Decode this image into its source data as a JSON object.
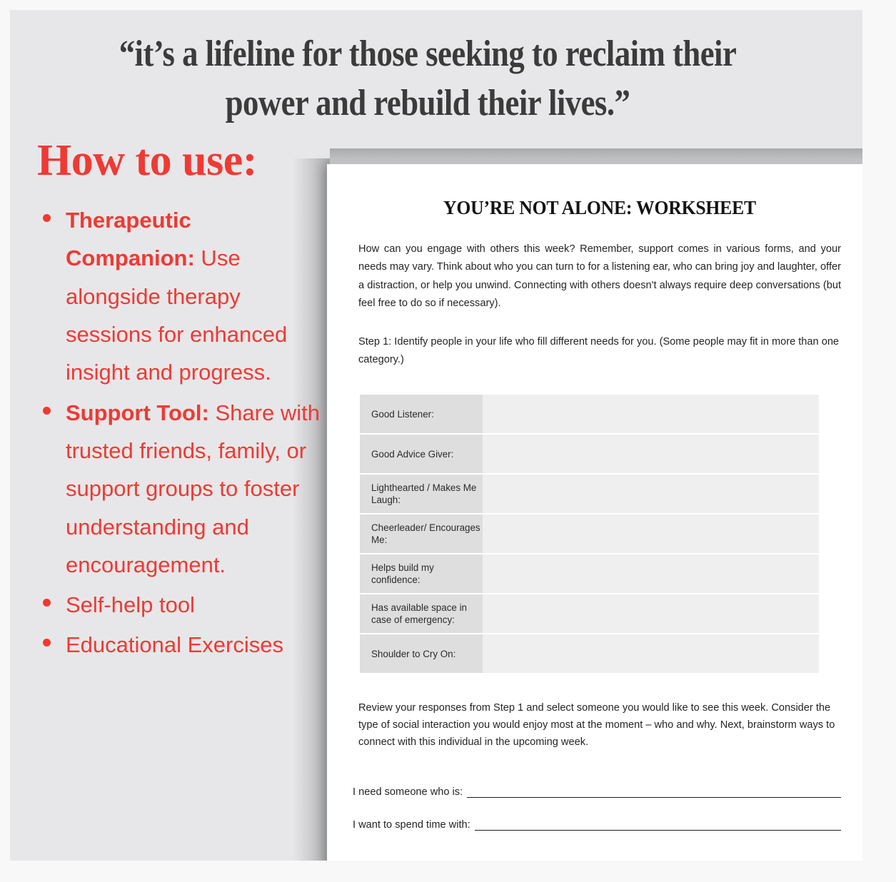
{
  "theme": {
    "accent_red": "#ee3a33",
    "headline_gray": "#3b3b3b",
    "card_background": "#e7e7e9",
    "page_background": "#f8f8f9",
    "table_label_fill": "#dededf",
    "table_blank_fill": "#efeff0"
  },
  "promo": {
    "quote": "“it’s a lifeline for those seeking to reclaim their power and rebuild their lives.”",
    "how_to_use_title": "How to use:",
    "bullets": [
      {
        "lead": "Therapeutic Companion:",
        "rest": " Use alongside therapy sessions for enhanced insight and progress."
      },
      {
        "lead": " Support Tool:",
        "rest": " Share with trusted friends, family, or support groups to foster understanding and encouragement."
      },
      {
        "lead": "",
        "rest": "Self-help tool"
      },
      {
        "lead": "",
        "rest": "Educational Exercises"
      }
    ]
  },
  "worksheet": {
    "title": "YOU’RE NOT ALONE: WORKSHEET",
    "intro": "How can you engage with others this week? Remember, support comes in various forms, and your needs may vary. Think about who you can turn to for a listening ear, who can bring joy and laughter, offer a distraction, or help you unwind. Connecting with others doesn't always require deep conversations (but feel free to do so if necessary).",
    "step1": "Step 1: Identify people in your life who fill different needs for you. (Some people may fit in more than one category.)",
    "table_rows": [
      "Good Listener:",
      "Good Advice Giver:",
      "Lighthearted / Makes Me Laugh:",
      "Cheerleader/ Encourages Me:",
      "Helps build my confidence:",
      "Has available space in case of emergency:",
      "Shoulder to Cry On:"
    ],
    "review": "Review your responses from Step 1 and select someone you would like to see this week. Consider the type of social interaction you would enjoy most at the moment – who and why. Next, brainstorm ways to connect with this individual in the upcoming week.",
    "fill_lines": [
      "I need someone who is:",
      "I want to spend time with:"
    ]
  }
}
